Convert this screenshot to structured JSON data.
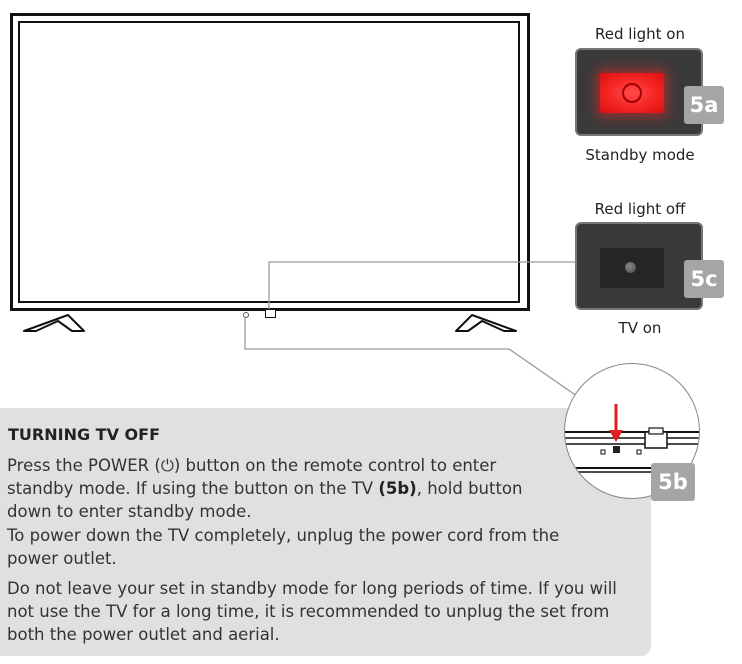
{
  "callouts": {
    "top": {
      "caption_above": "Red light on",
      "label": "5a",
      "caption_below": "Standby mode",
      "led_color": "#f42424"
    },
    "bottom": {
      "caption_above": "Red light off",
      "label": "5c",
      "caption_below": "TV on",
      "led_color": "#262626"
    },
    "magnifier": {
      "label": "5b",
      "arrow_color": "#e01e1e"
    }
  },
  "info": {
    "title": "TURNING TV OFF",
    "p1_part1": "Press the POWER (⏻) button on the remote control to enter standby mode. If using the button on the TV ",
    "p1_bold": "(5b)",
    "p1_part2": ", hold button down to enter standby mode.",
    "p2": "To power down the TV completely, unplug the power cord from the power outlet.",
    "p3": "Do not leave your set in standby mode for long periods of time. If you will not use the TV for a long time, it is recommended to unplug the set from both the power outlet and aerial."
  },
  "colors": {
    "panel_bg": "#3a3a3a",
    "label_bg": "#a5a5a5",
    "info_bg": "#e0e0e0"
  }
}
